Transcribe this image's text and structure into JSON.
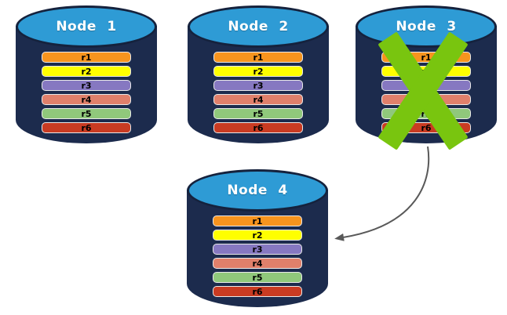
{
  "colors": {
    "cylinder_body": "#1C2B4D",
    "cylinder_top": "#2E9BD5",
    "cross": "#79C50F",
    "arrow": "#595959"
  },
  "nodes": [
    {
      "title": "Node 1",
      "bars": [
        {
          "label": "r1",
          "color": "#F7941E"
        },
        {
          "label": "r2",
          "color": "#FFFF00"
        },
        {
          "label": "r3",
          "color": "#8678C1"
        },
        {
          "label": "r4",
          "color": "#E0806B"
        },
        {
          "label": "r5",
          "color": "#90C87B"
        },
        {
          "label": "r6",
          "color": "#C93B22"
        }
      ]
    },
    {
      "title": "Node 2",
      "bars": [
        {
          "label": "r1",
          "color": "#F7941E"
        },
        {
          "label": "r2",
          "color": "#FFFF00"
        },
        {
          "label": "r3",
          "color": "#8678C1"
        },
        {
          "label": "r4",
          "color": "#E0806B"
        },
        {
          "label": "r5",
          "color": "#90C87B"
        },
        {
          "label": "r6",
          "color": "#C93B22"
        }
      ]
    },
    {
      "title": "Node 3",
      "has_failure_cross": true,
      "bars": [
        {
          "label": "r1",
          "color": "#F7941E"
        },
        {
          "label": "r2",
          "color": "#FFFF00"
        },
        {
          "label": "r3",
          "color": "#8678C1"
        },
        {
          "label": "r4",
          "color": "#E0806B"
        },
        {
          "label": "r5",
          "color": "#90C87B"
        },
        {
          "label": "r6",
          "color": "#C93B22"
        }
      ]
    },
    {
      "title": "Node 4",
      "bars": [
        {
          "label": "r1",
          "color": "#F7941E"
        },
        {
          "label": "r2",
          "color": "#FFFF00"
        },
        {
          "label": "r3",
          "color": "#8678C1"
        },
        {
          "label": "r4",
          "color": "#E0806B"
        },
        {
          "label": "r5",
          "color": "#90C87B"
        },
        {
          "label": "r6",
          "color": "#C93B22"
        }
      ]
    }
  ],
  "arrow": {
    "from": "Node 3",
    "to": "Node 4"
  }
}
